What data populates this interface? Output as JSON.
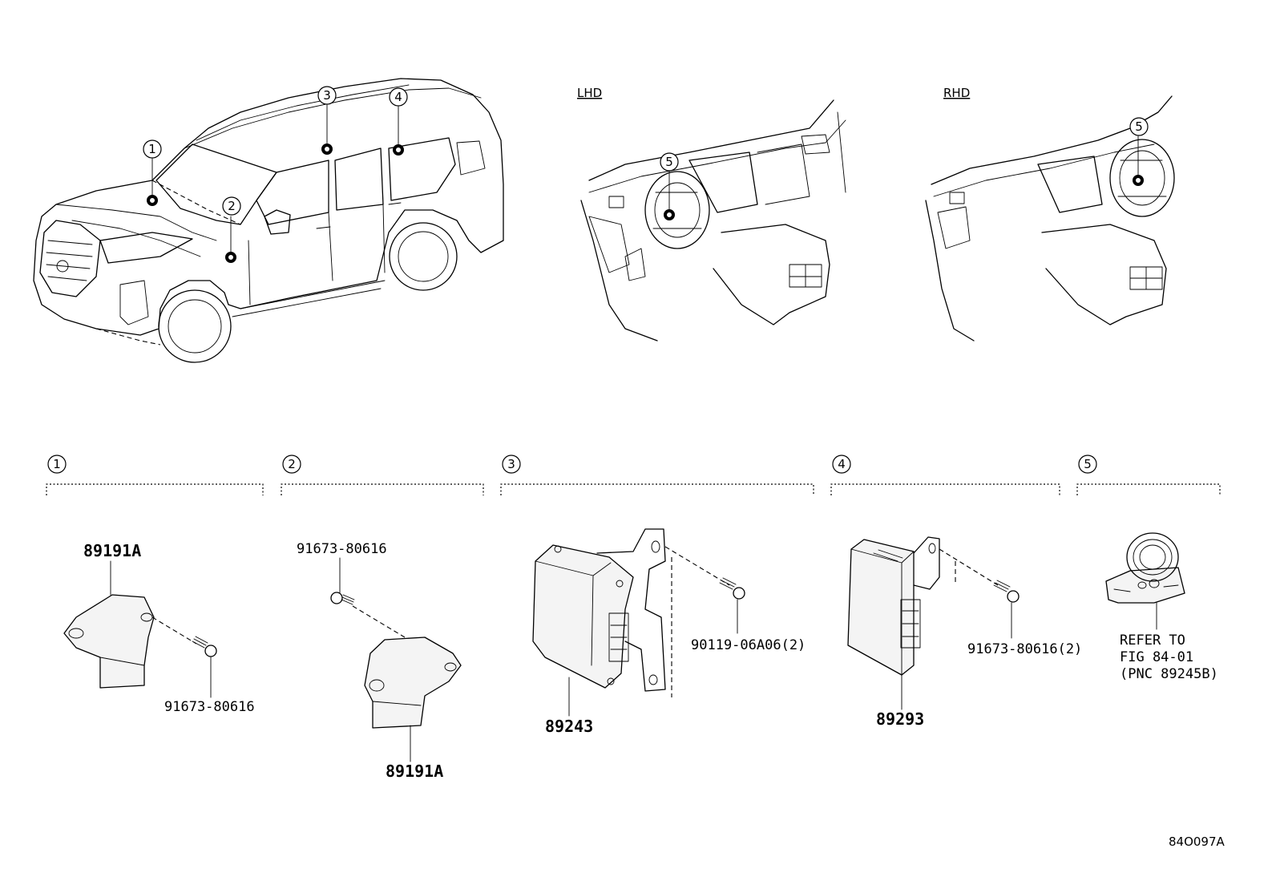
{
  "views": {
    "lhd_label": "LHD",
    "rhd_label": "RHD"
  },
  "location_callouts": [
    "1",
    "2",
    "3",
    "4",
    "5",
    "5"
  ],
  "sections": [
    {
      "number": "1",
      "parts": [
        "89191A",
        "91673-80616"
      ]
    },
    {
      "number": "2",
      "parts": [
        "91673-80616",
        "89191A"
      ]
    },
    {
      "number": "3",
      "parts": [
        "89243",
        "90119-06A06(2)"
      ]
    },
    {
      "number": "4",
      "parts": [
        "89293",
        "91673-80616(2)"
      ]
    },
    {
      "number": "5",
      "note": [
        "REFER TO",
        "FIG 84-01",
        "(PNC 89245B)"
      ]
    }
  ],
  "figure_code": "84O097A"
}
